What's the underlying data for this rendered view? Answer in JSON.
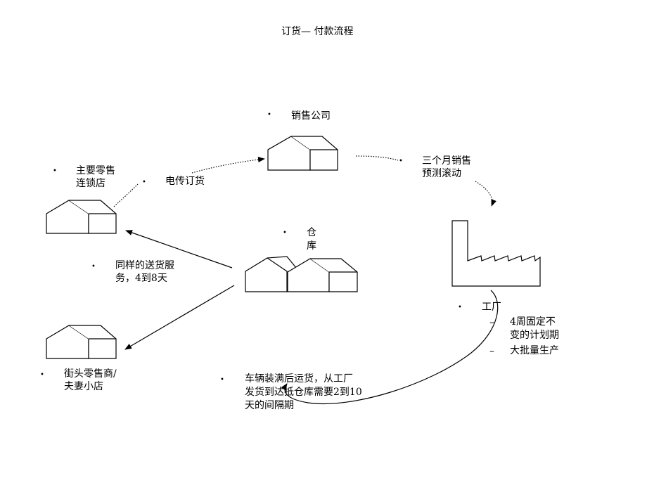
{
  "title": "订货— 付款流程",
  "nodes": {
    "sales_company": "销售公司",
    "forecast": [
      "三个月销售",
      "预测滚动"
    ],
    "main_retail": [
      "主要零售",
      "连锁店"
    ],
    "teletype_order": "电传订货",
    "warehouse": [
      "仓",
      "库"
    ],
    "same_delivery": [
      "同样的送货服",
      "务，4到8天"
    ],
    "factory": {
      "label": "工厂",
      "sub_items": [
        {
          "marker": "–",
          "lines": [
            "4周固定不",
            "变的计划期"
          ]
        },
        {
          "marker": "–",
          "lines": [
            "大批量生产"
          ]
        }
      ]
    },
    "street_retail": [
      "街头零售商/",
      "夫妻小店"
    ],
    "truck_shipping": [
      "车辆装满后运货，从工厂",
      "发货到达抵仓库需要2到10",
      "天的间隔期"
    ]
  },
  "bullet_symbol": "•"
}
